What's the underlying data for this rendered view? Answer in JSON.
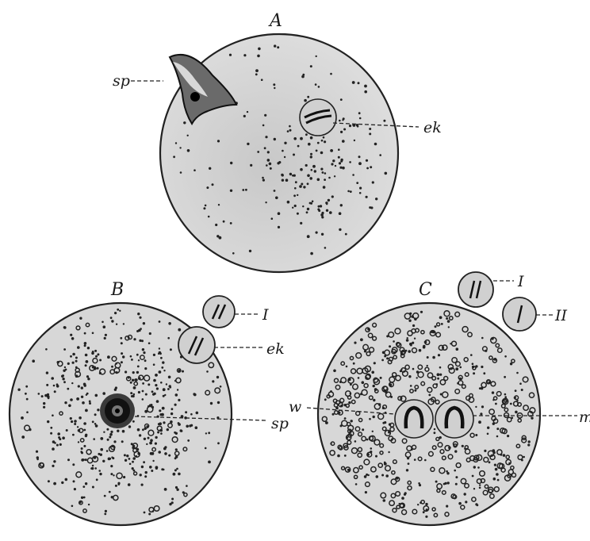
{
  "panels": {
    "A": {
      "title": "A",
      "labels": {
        "sp": "sp",
        "ek": "ek"
      }
    },
    "B": {
      "title": "B",
      "labels": {
        "I": "I",
        "ek": "ek",
        "sp": "sp"
      }
    },
    "C": {
      "title": "C",
      "labels": {
        "I": "I",
        "II": "II",
        "w": "w",
        "m": "m"
      }
    }
  }
}
